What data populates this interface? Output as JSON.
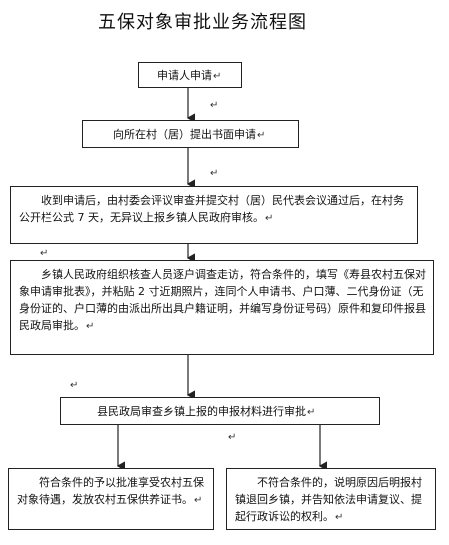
{
  "title": "五保对象审批业务流程图",
  "steps": [
    {
      "text": "申请人申请",
      "mark": "↵"
    },
    {
      "text": "向所在村（居）提出书面申请",
      "mark": "↵"
    },
    {
      "text": "收到申请后，由村委会评议审查并提交村（居）民代表会议通过后，在村务公开栏公式 7 天，无异议上报乡镇人民政府审核。",
      "mark": "↵"
    },
    {
      "text": "乡镇人民政府组织核查人员逐户调查走访，符合条件的，填写《寿县农村五保对象申请审批表》，并粘贴 2 寸近期照片，连同个人申请书、户口薄、二代身份证（无身份证的、户口薄的由派出所出具户籍证明，并编写身份证号码）原件和复印件报县民政局审批。",
      "mark": "↵"
    },
    {
      "text": "县民政局审查乡镇上报的申报材料进行审批",
      "mark": "↵"
    }
  ],
  "outcomes": [
    {
      "text": "符合条件的予以批准享受农村五保对象待遇，发放农村五保供养证书。",
      "mark": "↵"
    },
    {
      "text": "不符合条件的，说明原因后明报村镇退回乡镇，并告知依法申请复议、提起行政诉讼的权利。",
      "mark": "↵"
    }
  ],
  "connector_marks": [
    "↵",
    "↵",
    "↵",
    "↵",
    "↵"
  ]
}
